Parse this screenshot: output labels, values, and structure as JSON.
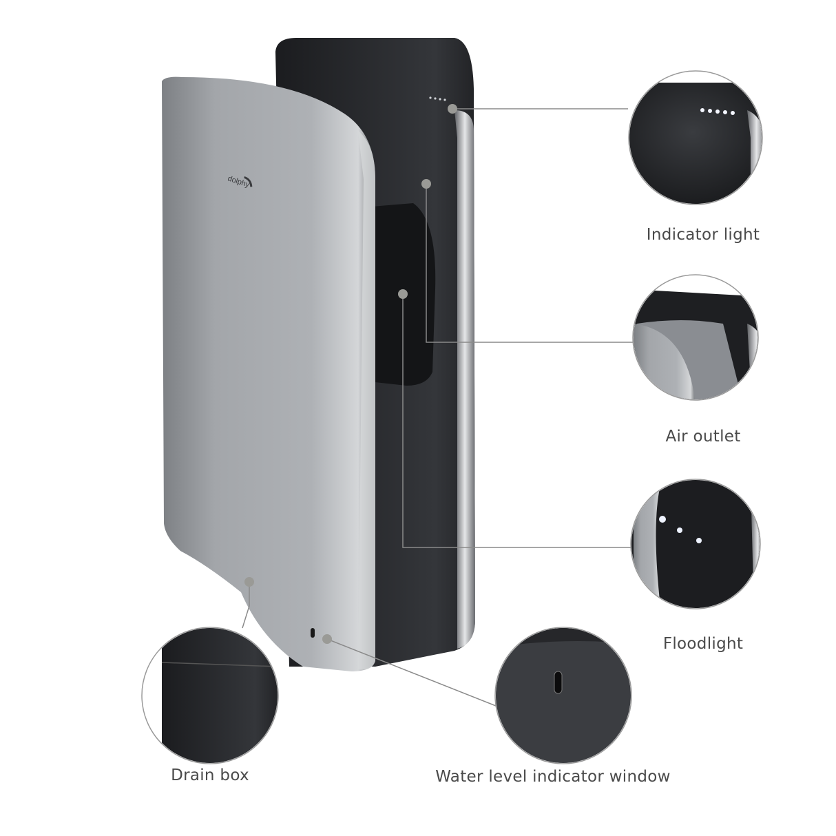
{
  "product": {
    "logo_text": "dolphy"
  },
  "callouts": [
    {
      "label": "Indicator light"
    },
    {
      "label": "Air outlet"
    },
    {
      "label": "Floodlight"
    },
    {
      "label": "Drain box"
    },
    {
      "label": "Water level indicator window"
    }
  ],
  "colors": {
    "line": "#8a8a8a",
    "dot": "#9a9a96",
    "body_dark": "#2a2b2e",
    "body_silver": "#a7aaae",
    "text": "#4a4a4a"
  }
}
